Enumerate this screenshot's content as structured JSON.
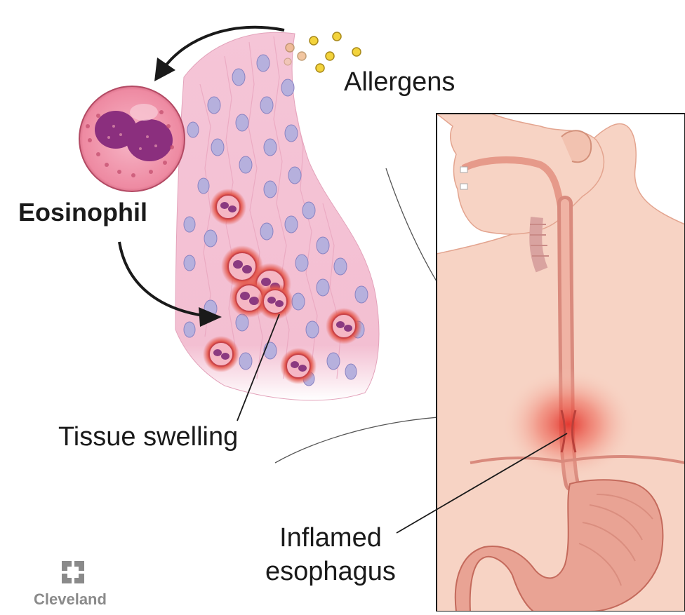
{
  "labels": {
    "allergens": "Allergens",
    "eosinophil": "Eosinophil",
    "tissue_swelling": "Tissue swelling",
    "inflamed_line1": "Inflamed",
    "inflamed_line2": "esophagus"
  },
  "logo": {
    "text": "Cleveland",
    "icon": "cleveland-clinic-cross-icon"
  },
  "colors": {
    "tissue": "#f2b8d0",
    "cell_nucleus": "#a9a3d4",
    "eosinophil_red": "#d9362e",
    "body_skin": "#f7d3c4",
    "esophagus": "#e99a8c",
    "inflammation": "#e3332b",
    "text": "#1a1a1a",
    "logo_gray": "#8a8a8a"
  }
}
